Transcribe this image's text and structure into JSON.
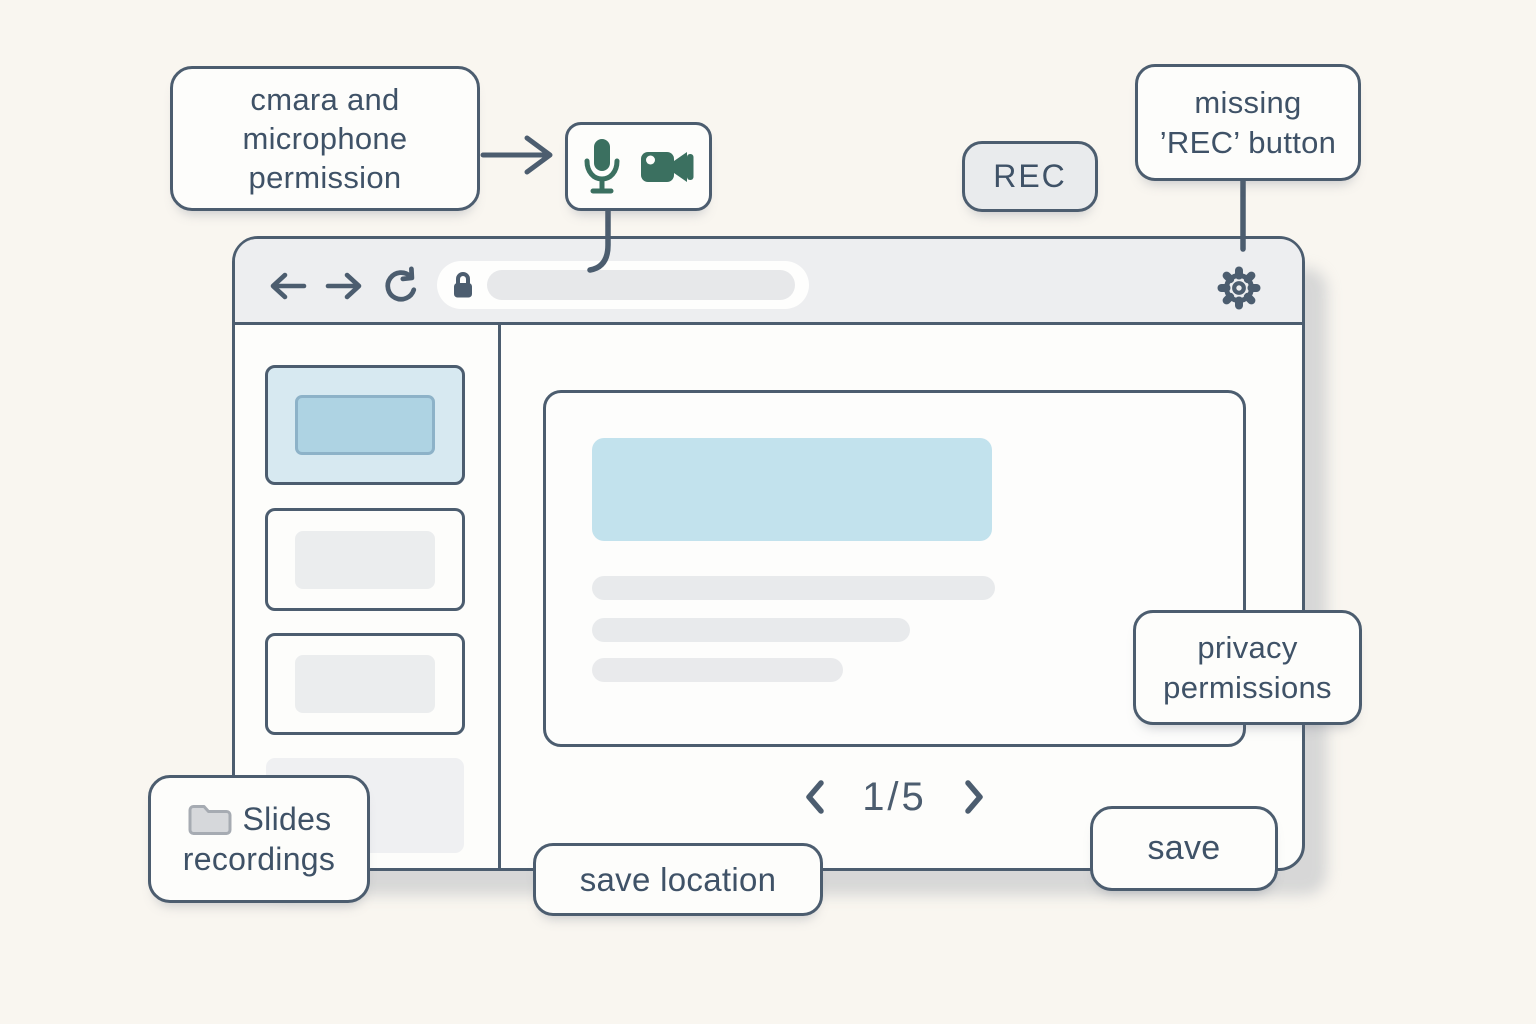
{
  "colors": {
    "background": "#f9f6f0",
    "outline": "#4c5d6f",
    "text": "#3f5267",
    "icon_green": "#3b7060",
    "highlight_blue": "#c2e2ed",
    "thumb_blue": "#aed3e3",
    "placeholder_gray": "#e8eaec",
    "toolbar_gray": "#edeef0"
  },
  "callouts": {
    "camera_mic": {
      "line1": "cmara and",
      "line2": "microphone",
      "line3": "permission"
    },
    "permission_icons": {
      "mic_icon": "microphone-icon",
      "camera_icon": "video-camera-icon"
    },
    "rec_button": {
      "label": "REC"
    },
    "missing_rec": {
      "line1": "missing",
      "line2": "’REC’ button"
    },
    "privacy": {
      "line1": "privacy",
      "line2": "permissions"
    },
    "slides_recordings": {
      "icon": "folder-icon",
      "line1": "Slides",
      "line2": "recordings"
    },
    "save_location": {
      "label": "save location"
    },
    "save": {
      "label": "save"
    }
  },
  "browser": {
    "toolbar": {
      "back_icon": "back-arrow-icon",
      "forward_icon": "forward-arrow-icon",
      "reload_icon": "reload-icon",
      "lock_icon": "lock-icon",
      "gear_icon": "gear-icon",
      "address_value": ""
    },
    "sidebar": {
      "thumbnails": [
        {
          "state": "active"
        },
        {
          "state": "normal"
        },
        {
          "state": "normal"
        },
        {
          "state": "ghost"
        }
      ]
    },
    "main": {
      "pagination": {
        "prev_icon": "chevron-left-icon",
        "label": "1/5",
        "next_icon": "chevron-right-icon"
      }
    }
  }
}
